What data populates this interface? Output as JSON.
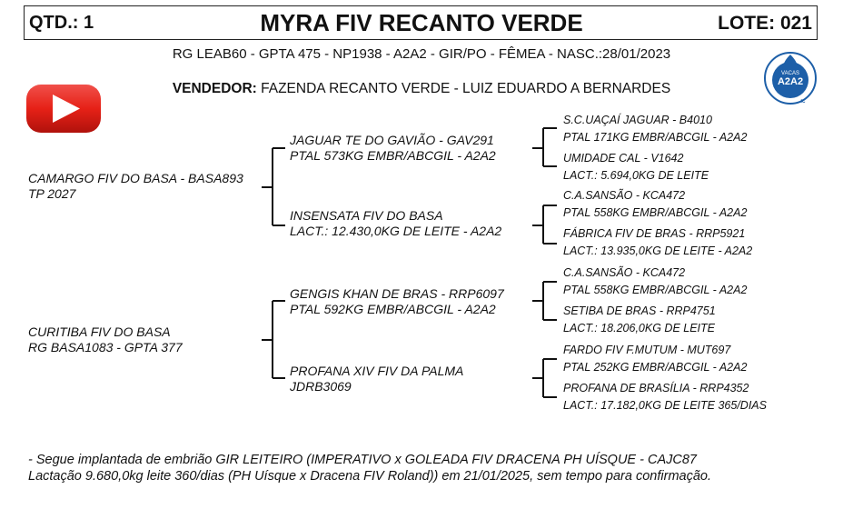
{
  "header": {
    "qtd": "QTD.: 1",
    "title": "MYRA FIV RECANTO VERDE",
    "lote": "LOTE: 021"
  },
  "registration": "RG LEAB60 - GPTA 475 - NP1938 - A2A2 - GIR/PO - FÊMEA - NASC.:28/01/2023",
  "seller": {
    "label": "VENDEDOR:",
    "value": " FAZENDA RECANTO VERDE - LUIZ EDUARDO A BERNARDES"
  },
  "badge": {
    "top": "VACAS",
    "main": "A2A2",
    "foot": "IC"
  },
  "pedigree": {
    "sire": {
      "name": "CAMARGO FIV DO BASA - BASA893",
      "info": "TP 2027"
    },
    "dam": {
      "name": "CURITIBA FIV DO BASA",
      "info": "RG BASA1083 - GPTA 377"
    },
    "sire_sire": {
      "name": "JAGUAR TE DO GAVIÃO - GAV291",
      "info": "PTAL 573KG EMBR/ABCGIL - A2A2"
    },
    "sire_dam": {
      "name": "INSENSATA FIV DO BASA",
      "info": "LACT.: 12.430,0KG DE LEITE - A2A2"
    },
    "dam_sire": {
      "name": "GENGIS KHAN DE BRAS - RRP6097",
      "info": "PTAL 592KG EMBR/ABCGIL - A2A2"
    },
    "dam_dam": {
      "name": "PROFANA XIV FIV DA PALMA",
      "info": "JDRB3069"
    },
    "ss_sire": {
      "name": "S.C.UAÇAÍ JAGUAR - B4010",
      "info": "PTAL 171KG EMBR/ABCGIL - A2A2"
    },
    "ss_dam": {
      "name": "UMIDADE CAL - V1642",
      "info": "LACT.: 5.694,0KG DE LEITE"
    },
    "sd_sire": {
      "name": "C.A.SANSÃO - KCA472",
      "info": "PTAL 558KG EMBR/ABCGIL - A2A2"
    },
    "sd_dam": {
      "name": "FÁBRICA FIV DE BRAS - RRP5921",
      "info": "LACT.: 13.935,0KG DE LEITE - A2A2"
    },
    "ds_sire": {
      "name": "C.A.SANSÃO - KCA472",
      "info": "PTAL 558KG EMBR/ABCGIL - A2A2"
    },
    "ds_dam": {
      "name": "SETIBA DE BRAS - RRP4751",
      "info": "LACT.: 18.206,0KG DE LEITE"
    },
    "dd_sire": {
      "name": "FARDO FIV F.MUTUM - MUT697",
      "info": "PTAL 252KG EMBR/ABCGIL - A2A2"
    },
    "dd_dam": {
      "name": "PROFANA DE BRASÍLIA - RRP4352",
      "info": "LACT.: 17.182,0KG DE LEITE 365/DIAS"
    }
  },
  "note": {
    "line1": "- Segue implantada de embrião GIR LEITEIRO (IMPERATIVO x GOLEADA FIV DRACENA PH UÍSQUE - CAJC87",
    "line2": "Lactação 9.680,0kg leite 360/dias (PH Uísque x Dracena FIV Roland)) em 21/01/2025, sem tempo para confirmação."
  },
  "colors": {
    "youtube_red": "#e62117",
    "badge_blue": "#1d5fa8"
  },
  "icons": {
    "video": "youtube-play-icon",
    "badge": "vacas-a2a2-badge-icon"
  }
}
